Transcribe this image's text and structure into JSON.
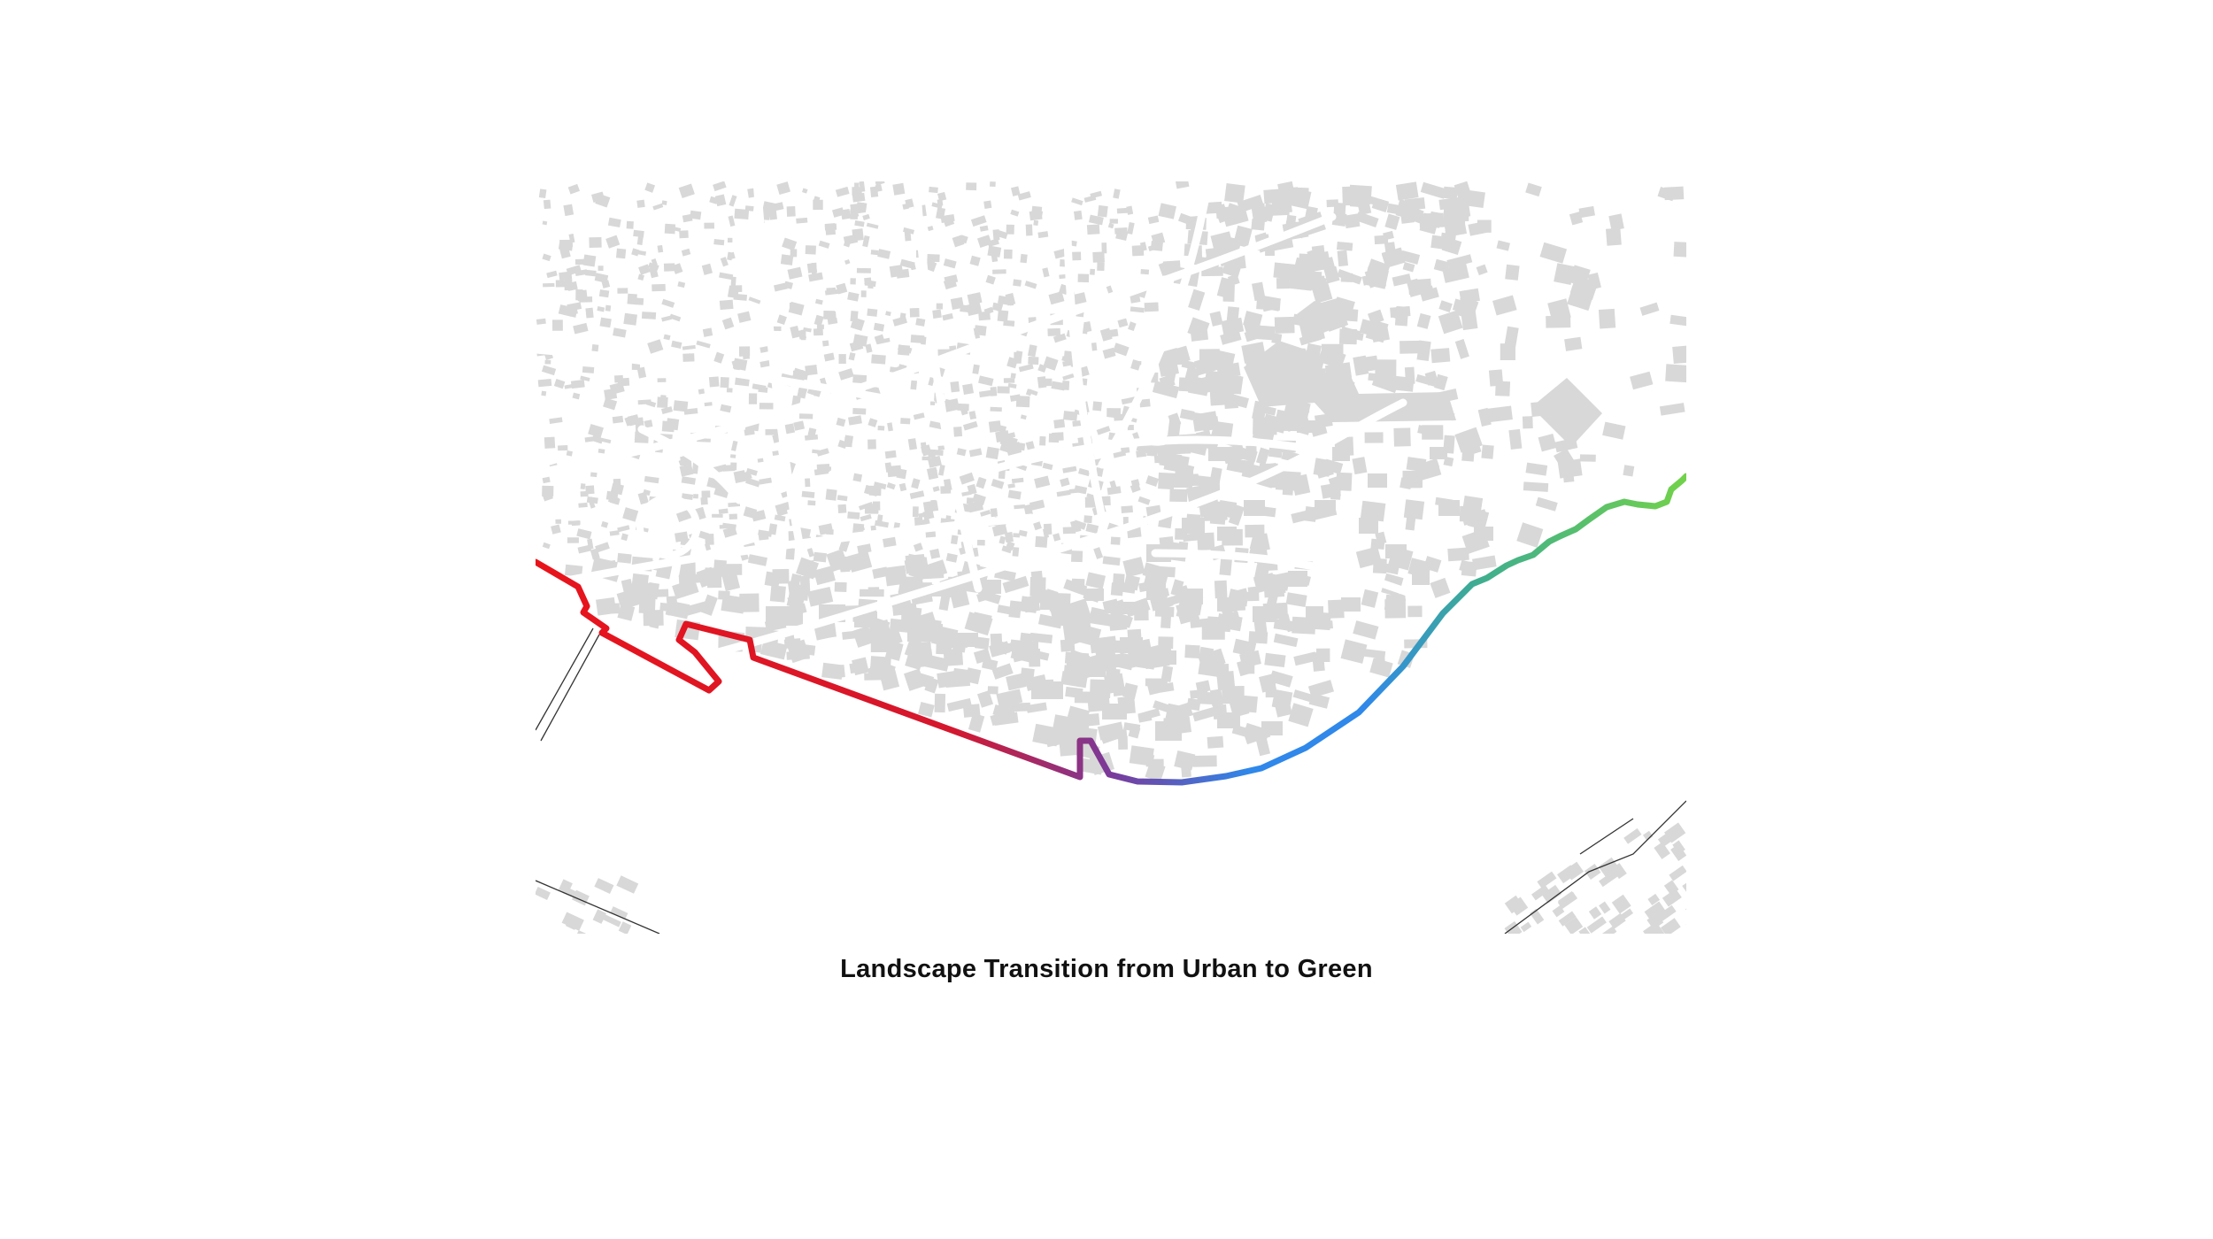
{
  "caption": "Landscape Transition from Urban to Green",
  "colors": {
    "buildings": "#d8d8d8",
    "roads": "#ffffff",
    "thin_lines": "#333333",
    "urban": "#e8141b",
    "transition": "#7a3a9a",
    "water_blue": "#2f88ea",
    "green": "#6fcd4e"
  },
  "map": {
    "layers": [
      "building-footprints",
      "street-network",
      "rail-lines",
      "transition-route"
    ],
    "route_gradient": [
      "red",
      "purple",
      "blue",
      "green"
    ]
  }
}
